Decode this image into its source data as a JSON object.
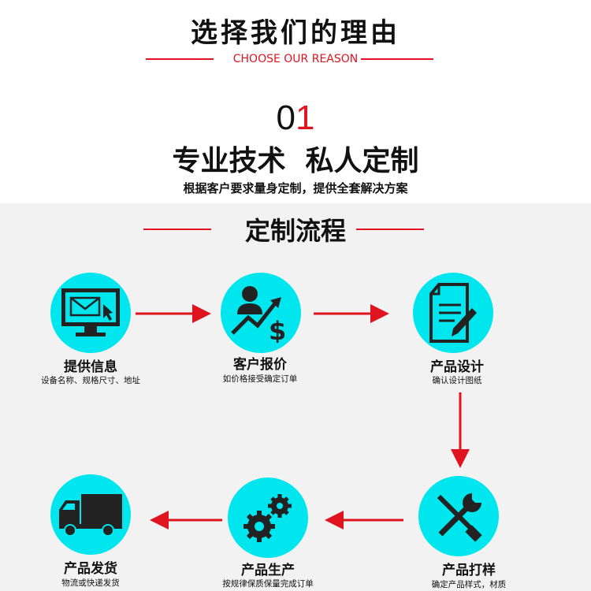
{
  "header": {
    "title": "选择我们的理由",
    "subtitle_en": "CHOOSE OUR REASON"
  },
  "section": {
    "number_prefix": "0",
    "number_accent": "1",
    "heading": "专业技术  私人定制",
    "description": "根据客户要求量身定制，提供全套解决方案"
  },
  "process": {
    "title": "定制流程",
    "steps": [
      {
        "label": "提供信息",
        "desc": "设备名称、规格尺寸、地址",
        "icon": "monitor-mail-icon"
      },
      {
        "label": "客户报价",
        "desc": "如价格接受确定订单",
        "icon": "person-chart-dollar-icon"
      },
      {
        "label": "产品设计",
        "desc": "确认设计图纸",
        "icon": "document-pen-icon"
      },
      {
        "label": "产品打样",
        "desc": "确定产品样式，材质",
        "icon": "tools-icon"
      },
      {
        "label": "产品生产",
        "desc": "按规律保质保量完成订单",
        "icon": "gears-icon"
      },
      {
        "label": "产品发货",
        "desc": "物流或快递发货",
        "icon": "truck-icon"
      }
    ]
  },
  "colors": {
    "accent": "#e0141e",
    "circle": "#00e6ee"
  }
}
